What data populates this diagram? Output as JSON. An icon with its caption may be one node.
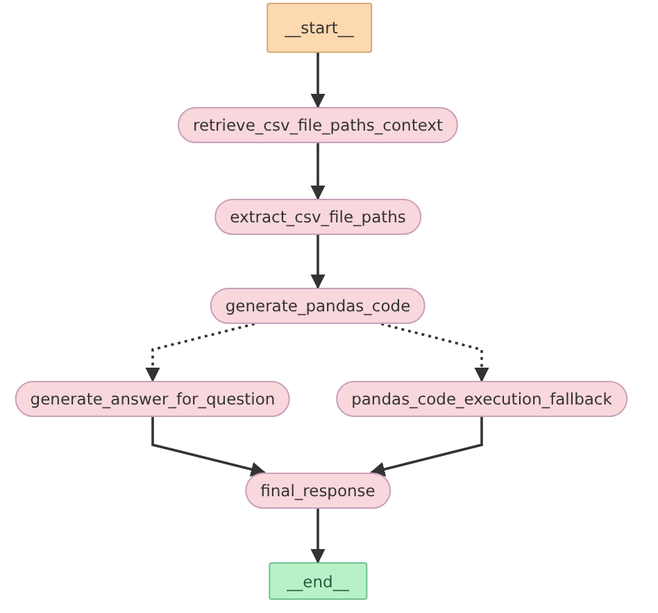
{
  "diagram": {
    "nodes": [
      {
        "text": [
          "__start__"
        ]
      },
      {
        "text": [
          "retrieve_csv_file_paths_context"
        ]
      },
      {
        "text": [
          "extract_csv_file_paths"
        ]
      },
      {
        "text": [
          "generate_pandas_code"
        ]
      },
      {
        "text": [
          "generate_answer_for_question"
        ]
      },
      {
        "text": [
          "pandas_code_execution_fallback"
        ]
      },
      {
        "text": [
          "final_response"
        ]
      },
      {
        "text": [
          "__end__"
        ]
      }
    ],
    "edges": [
      {
        "from": 0,
        "to": 1,
        "arrow": "to"
      },
      {
        "from": 1,
        "to": 2,
        "arrow": "to"
      },
      {
        "from": 2,
        "to": 3,
        "arrow": "to"
      },
      {
        "from": 3,
        "to": 4,
        "arrow": "to",
        "style": "dashed"
      },
      {
        "from": 3,
        "to": 5,
        "arrow": "to",
        "style": "dashed"
      },
      {
        "from": 4,
        "to": 6,
        "arrow": "to"
      },
      {
        "from": 5,
        "to": 6,
        "arrow": "to"
      },
      {
        "from": 6,
        "to": 7,
        "arrow": "to"
      }
    ]
  }
}
